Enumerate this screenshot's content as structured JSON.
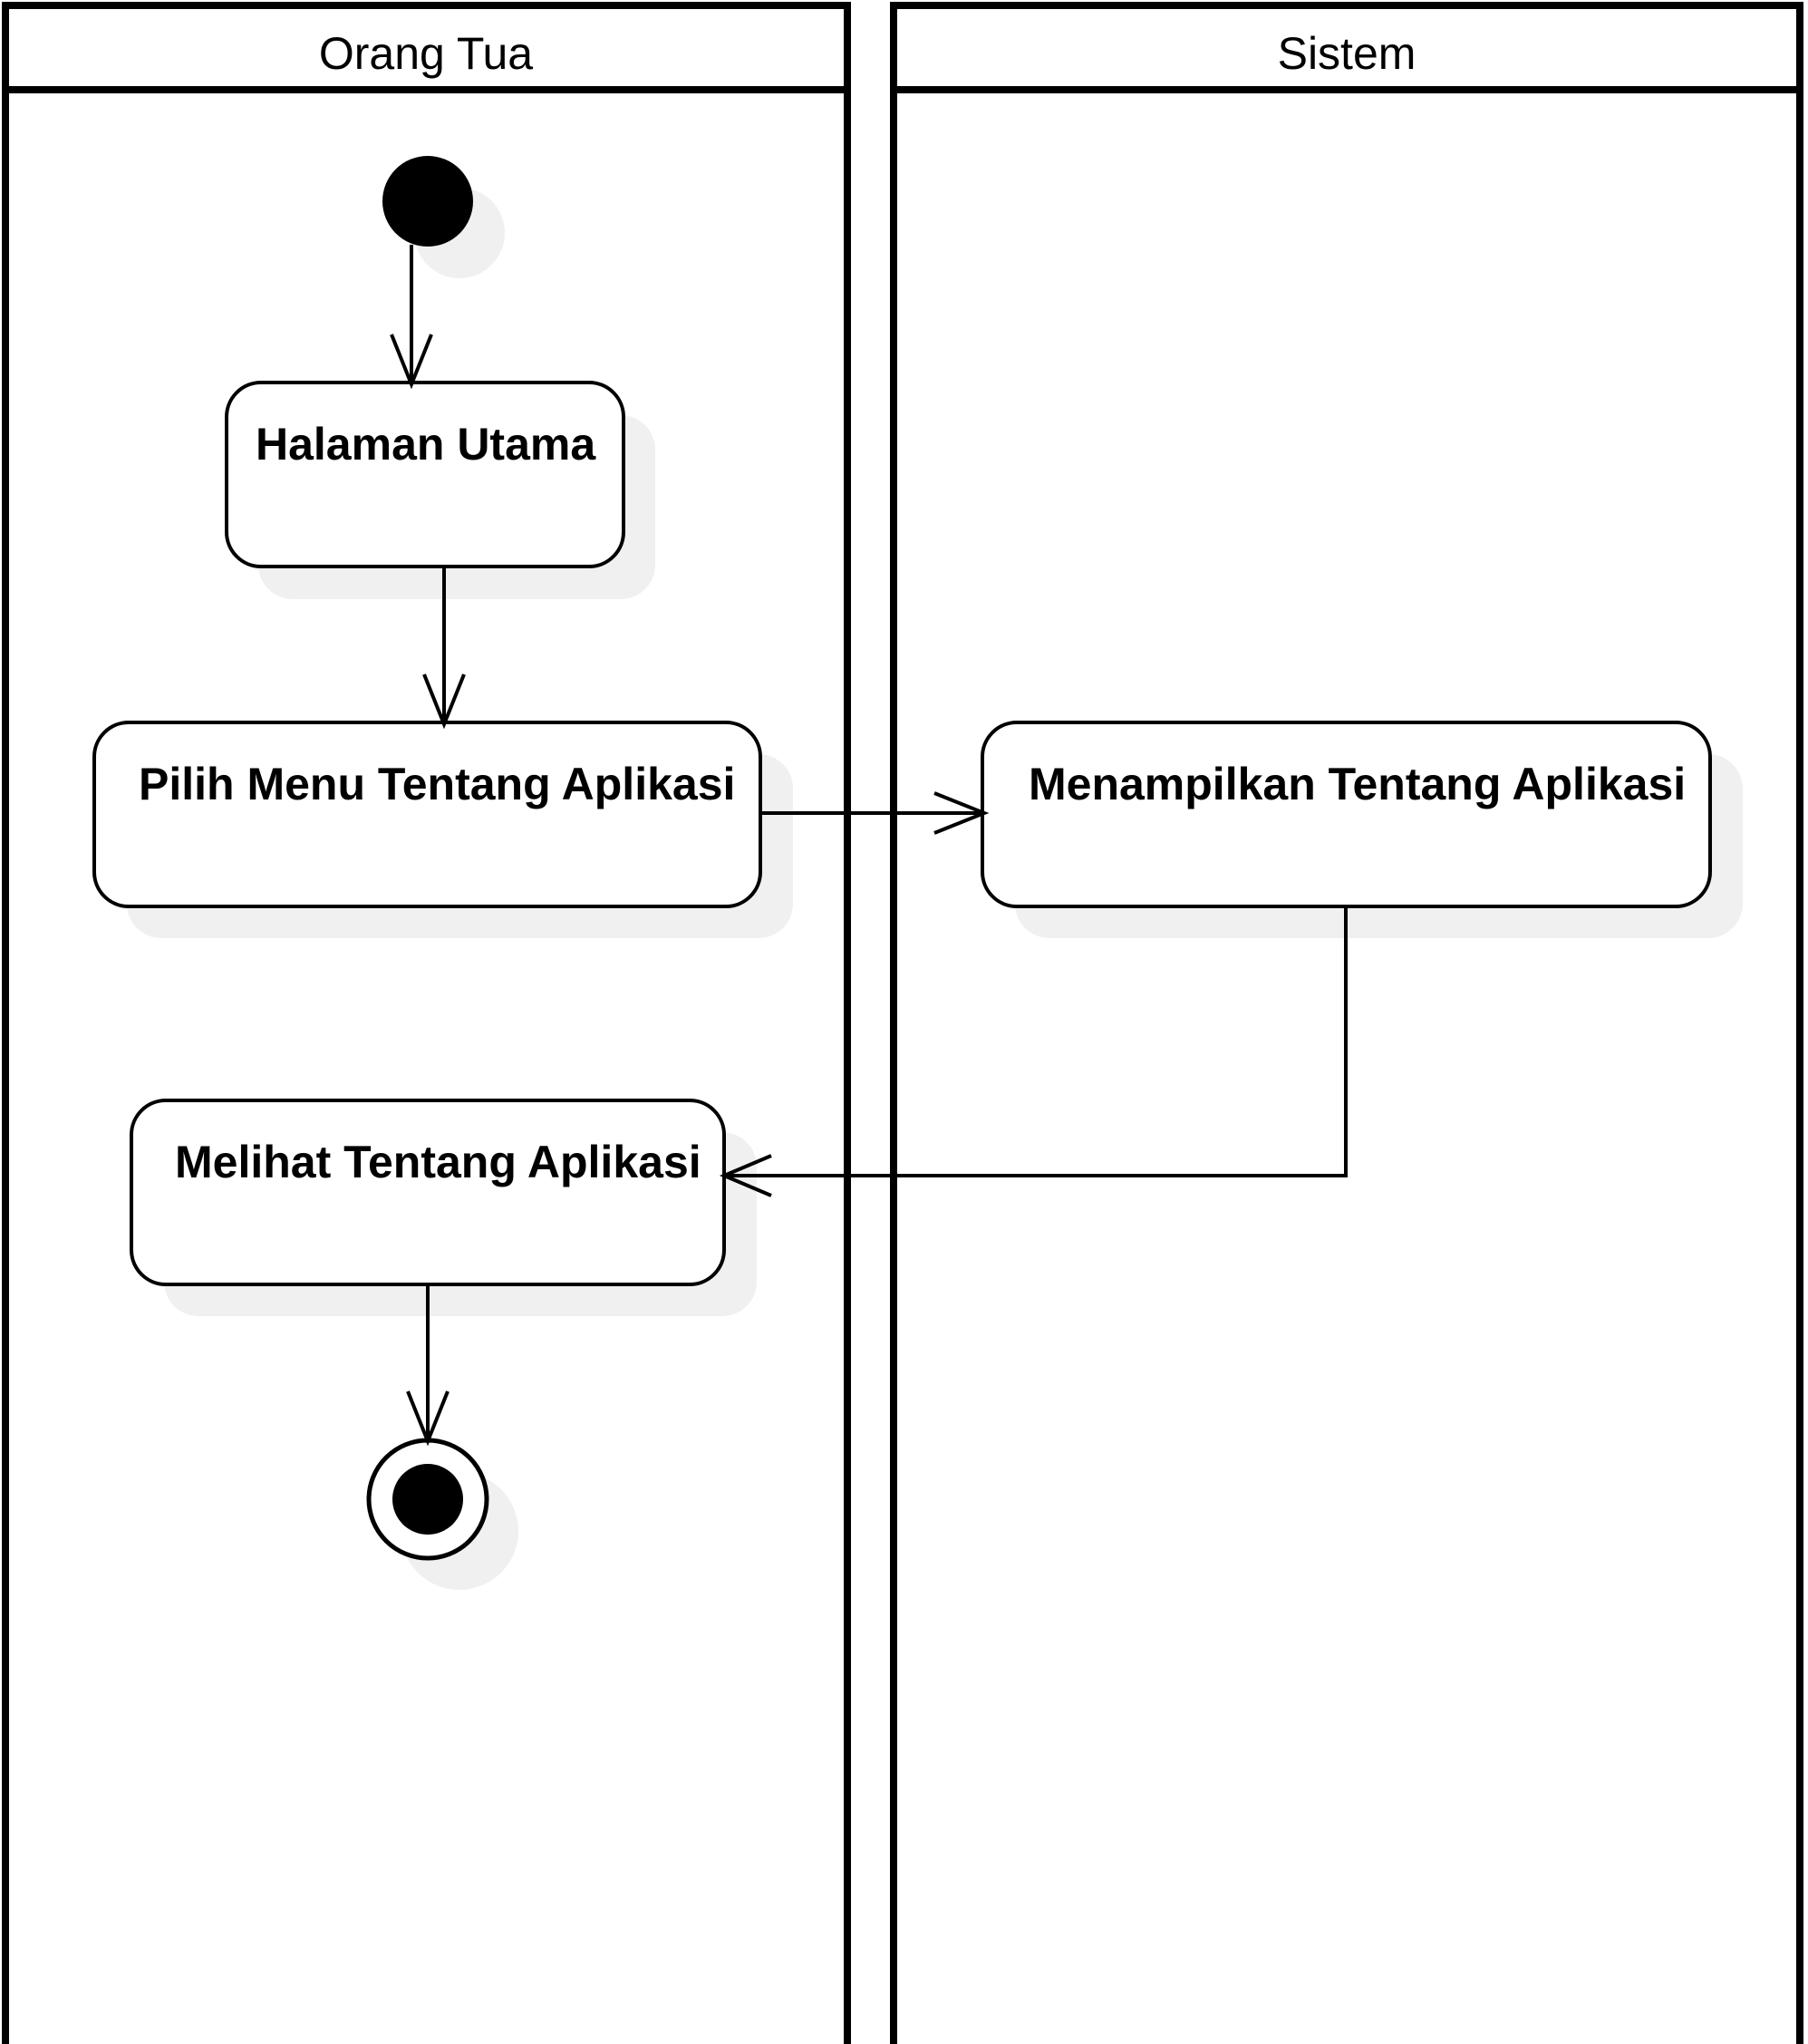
{
  "diagram": {
    "type": "uml-activity",
    "lanes": [
      {
        "id": "orang-tua",
        "title": "Orang Tua"
      },
      {
        "id": "sistem",
        "title": "Sistem"
      }
    ],
    "actions": [
      {
        "id": "halaman-utama",
        "label": "Halaman Utama",
        "lane": "orang-tua"
      },
      {
        "id": "pilih-menu",
        "label": "Pilih Menu Tentang Aplikasi",
        "lane": "orang-tua"
      },
      {
        "id": "menampilkan",
        "label": "Menampilkan Tentang Aplikasi",
        "lane": "sistem"
      },
      {
        "id": "melihat",
        "label": "Melihat Tentang Aplikasi",
        "lane": "orang-tua"
      }
    ],
    "flows": [
      {
        "from": "start",
        "to": "halaman-utama"
      },
      {
        "from": "halaman-utama",
        "to": "pilih-menu"
      },
      {
        "from": "pilih-menu",
        "to": "menampilkan"
      },
      {
        "from": "menampilkan",
        "to": "melihat"
      },
      {
        "from": "melihat",
        "to": "end"
      }
    ],
    "colors": {
      "stroke": "#000000",
      "fill": "#ffffff",
      "shadow": "#f0f0f0"
    }
  }
}
